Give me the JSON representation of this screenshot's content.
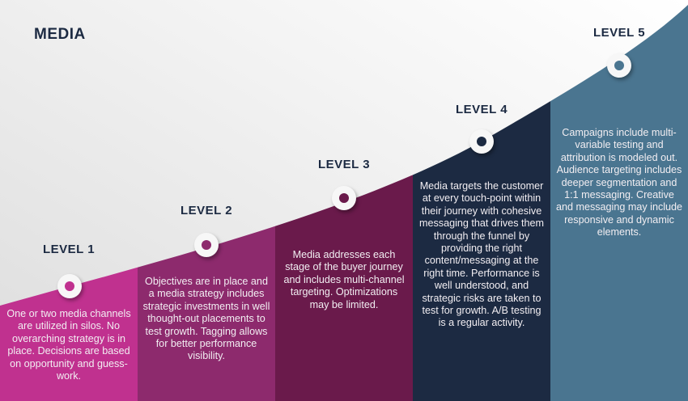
{
  "title": "MEDIA",
  "colors": {
    "level1": "#c0318f",
    "level2": "#8d2a6d",
    "level3": "#6a1a4b",
    "level4": "#1c2a42",
    "level5": "#4a7590"
  },
  "levels": [
    {
      "label": "LEVEL 1",
      "description": "One or two media channels are utilized in silos. No overarching strategy is in place. Decisions are based on opportunity and guess-work."
    },
    {
      "label": "LEVEL 2",
      "description": "Objectives are in place and a media strategy includes strategic investments in well thought-out placements to test growth. Tagging allows for better performance visibility."
    },
    {
      "label": "LEVEL 3",
      "description": "Media addresses each stage of the buyer journey and includes multi-channel targeting. Optimizations may be limited."
    },
    {
      "label": "LEVEL 4",
      "description": "Media targets the customer at every touch-point within their journey with cohesive messaging that drives them through the funnel by providing the right content/messaging at the right time. Performance is well understood, and strategic risks are taken to test for growth. A/B testing is a regular activity."
    },
    {
      "label": "LEVEL 5",
      "description": "Campaigns include multi-variable testing and attribution is modeled out. Audience targeting includes deeper segmentation and 1:1 messaging. Creative and messaging may include responsive and dynamic elements."
    }
  ]
}
